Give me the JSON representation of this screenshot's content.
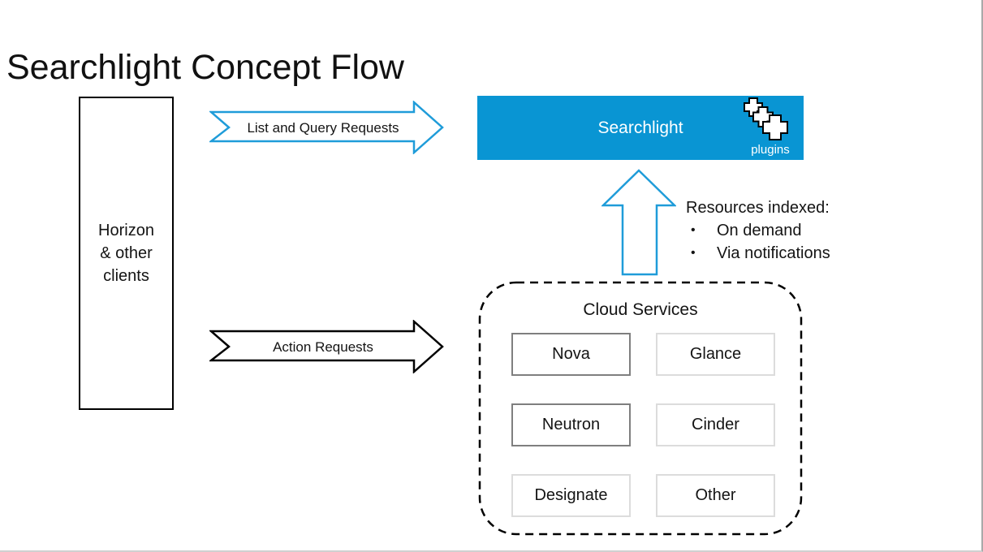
{
  "page": {
    "title": "Searchlight Concept Flow"
  },
  "colors": {
    "brand_blue_fill": "#0995d3",
    "arrow_blue_stroke": "#1f9cd9",
    "arrow_black_stroke": "#000000",
    "service_border_dark": "#7f7f7f",
    "service_border_light": "#dcdcdc",
    "slide_edge_gray": "#a9a9a9"
  },
  "clients_box": {
    "lines": [
      "Horizon",
      "& other",
      "clients"
    ]
  },
  "arrows": {
    "list_query": {
      "label": "List and Query Requests"
    },
    "action": {
      "label": "Action Requests"
    }
  },
  "searchlight": {
    "label": "Searchlight",
    "plugins_label": "plugins"
  },
  "resources": {
    "heading": "Resources indexed:",
    "bullet_char": "•",
    "bullets": [
      "On demand",
      "Via notifications"
    ]
  },
  "cloud_services": {
    "title": "Cloud Services",
    "services": [
      {
        "name": "Nova",
        "emphasis": true
      },
      {
        "name": "Glance",
        "emphasis": false
      },
      {
        "name": "Neutron",
        "emphasis": true
      },
      {
        "name": "Cinder",
        "emphasis": false
      },
      {
        "name": "Designate",
        "emphasis": false
      },
      {
        "name": "Other",
        "emphasis": false
      }
    ]
  }
}
